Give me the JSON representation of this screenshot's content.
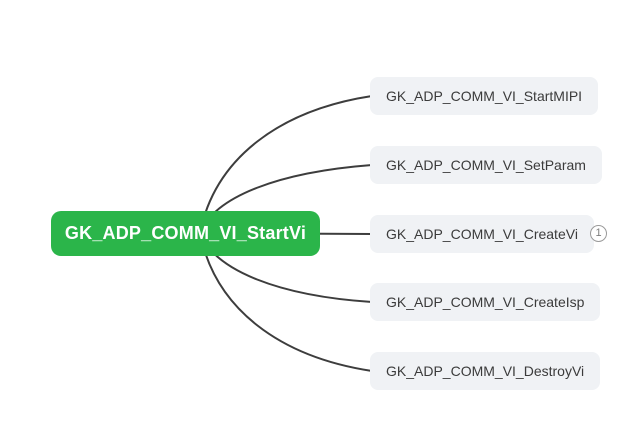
{
  "mindmap": {
    "root": {
      "label": "GK_ADP_COMM_VI_StartVi"
    },
    "children": [
      {
        "label": "GK_ADP_COMM_VI_StartMIPI"
      },
      {
        "label": "GK_ADP_COMM_VI_SetParam"
      },
      {
        "label": "GK_ADP_COMM_VI_CreateVi",
        "badge": "1"
      },
      {
        "label": "GK_ADP_COMM_VI_CreateIsp"
      },
      {
        "label": "GK_ADP_COMM_VI_DestroyVi"
      }
    ],
    "colors": {
      "canvas_bg": "#ffffff",
      "root_bg": "#2bb54a",
      "root_text": "#ffffff",
      "child_bg": "#f0f2f5",
      "child_text": "#3b3b3b",
      "connector": "#3d3d3d",
      "badge_border": "#9a9a9a",
      "badge_text": "#7d7d7d"
    }
  }
}
